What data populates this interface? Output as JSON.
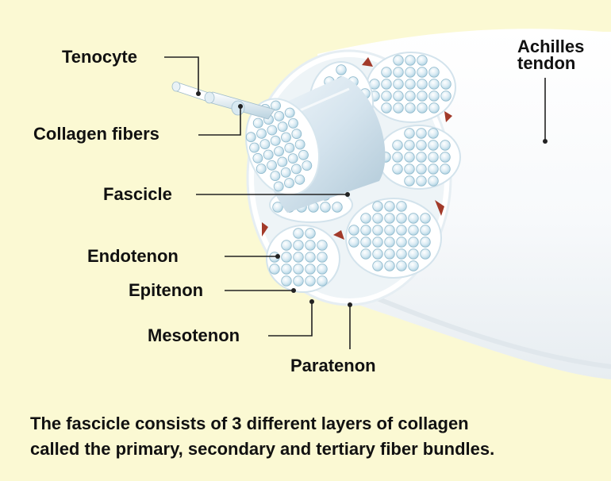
{
  "labels": {
    "tenocyte": "Tenocyte",
    "collagen_fibers": "Collagen fibers",
    "fascicle": "Fascicle",
    "endotenon": "Endotenon",
    "epitenon": "Epitenon",
    "mesotenon": "Mesotenon",
    "paratenon": "Paratenon",
    "achilles_line1": "Achilles",
    "achilles_line2": "tendon"
  },
  "caption": {
    "line1": "The fascicle consists of 3 different layers of collagen",
    "line2": "called the primary, secondary and tertiary fiber bundles."
  },
  "colors": {
    "background": "#fbf9d3",
    "tendon_white": "#ffffff",
    "fiber_blue": "#c9e3ef",
    "endotenon_red": "#a23a2a",
    "text": "#111111"
  }
}
